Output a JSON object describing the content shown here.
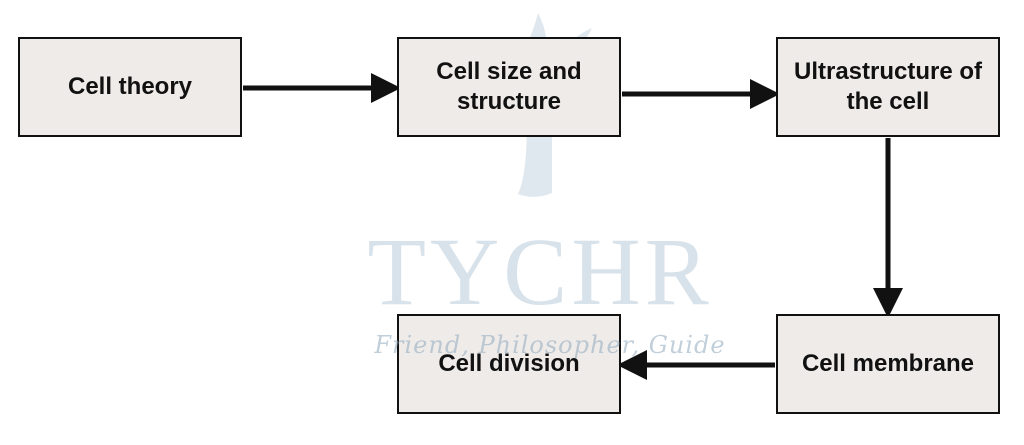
{
  "nodes": [
    {
      "id": "cell-theory",
      "label": "Cell theory"
    },
    {
      "id": "cell-size",
      "label": "Cell size and structure"
    },
    {
      "id": "ultrastructure",
      "label": "Ultrastructure of the cell"
    },
    {
      "id": "cell-membrane",
      "label": "Cell membrane"
    },
    {
      "id": "cell-division",
      "label": "Cell division"
    }
  ],
  "edges": [
    {
      "from": "Cell theory",
      "to": "Cell size and structure",
      "direction": "right"
    },
    {
      "from": "Cell size and structure",
      "to": "Ultrastructure of the cell",
      "direction": "right"
    },
    {
      "from": "Ultrastructure of the cell",
      "to": "Cell membrane",
      "direction": "down"
    },
    {
      "from": "Cell membrane",
      "to": "Cell division",
      "direction": "left"
    }
  ],
  "watermark": {
    "brand": "TYCHR",
    "tagline": "Friend, Philosopher, Guide"
  },
  "colors": {
    "box_fill": "#efebe9",
    "border": "#111111",
    "arrow": "#111111",
    "watermark": "#b9cbd9"
  }
}
